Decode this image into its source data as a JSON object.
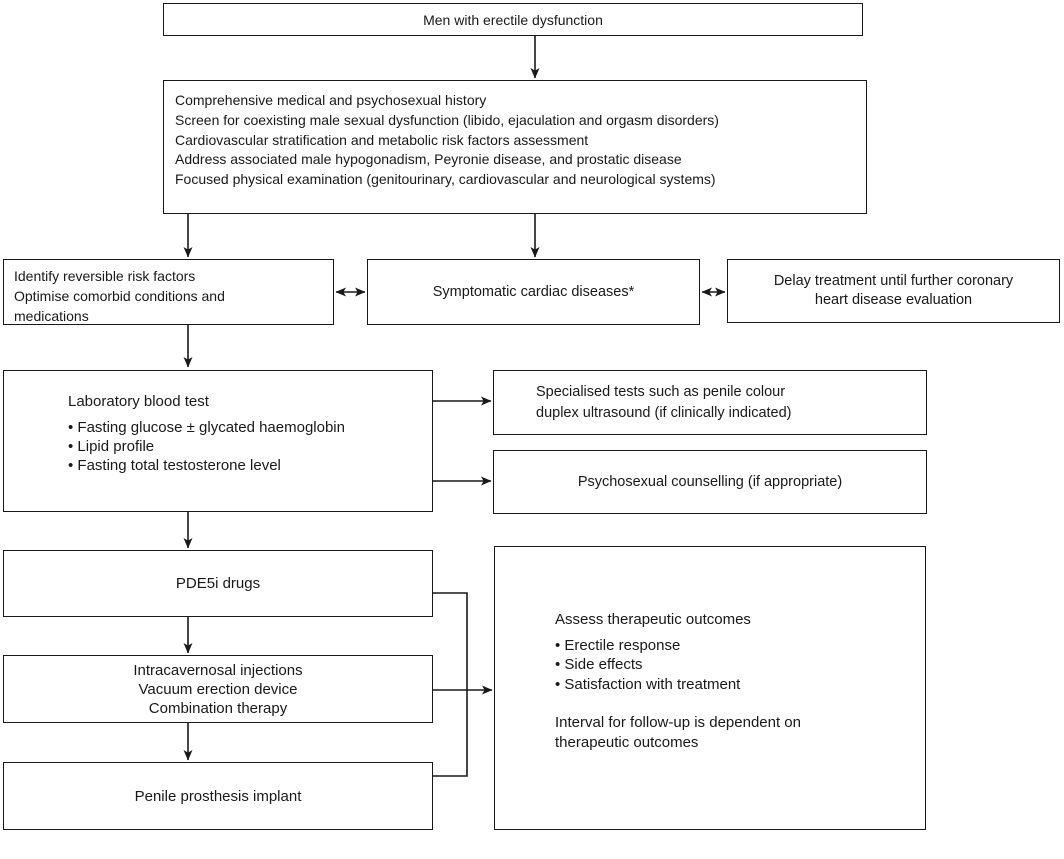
{
  "colors": {
    "line": "#191919",
    "text": "#191919",
    "background": "#ffffff"
  },
  "boxes": {
    "men_ed": {
      "text": "Men with erectile dysfunction"
    },
    "assessment": {
      "text": "Comprehensive medical and psychosexual history\nScreen for coexisting male sexual dysfunction (libido, ejaculation and orgasm disorders)\nCardiovascular stratification and metabolic risk factors assessment\nAddress associated male hypogonadism, Peyronie disease, and prostatic disease\nFocused physical examination (genitourinary, cardiovascular and neurological systems)"
    },
    "risk_factors": {
      "text": "Identify reversible risk factors\nOptimise comorbid conditions and\nmedications"
    },
    "cardiac_disease": {
      "text": "Symptomatic cardiac diseases*"
    },
    "delay_treatment": {
      "text": "Delay treatment until further coronary\nheart disease evaluation"
    },
    "lab_test": {
      "title": "Laboratory blood test",
      "items": [
        "• Fasting glucose ± glycated haemoglobin",
        "• Lipid profile",
        "• Fasting total testosterone level"
      ]
    },
    "specialised_tests": {
      "text": "Specialised tests such as penile colour\nduplex ultrasound (if clinically indicated)"
    },
    "psychosexual": {
      "text": "Psychosexual counselling (if appropriate)"
    },
    "pde5i": {
      "text": "PDE5i drugs"
    },
    "second_line": {
      "text": "Intracavernosal injections\nVacuum erection device\nCombination therapy"
    },
    "prosthesis": {
      "text": "Penile prosthesis implant"
    },
    "outcomes": {
      "title": "Assess therapeutic outcomes",
      "items": [
        "• Erectile response",
        "• Side effects",
        "• Satisfaction with treatment"
      ],
      "note": "Interval for follow-up is dependent on\ntherapeutic outcomes"
    }
  }
}
